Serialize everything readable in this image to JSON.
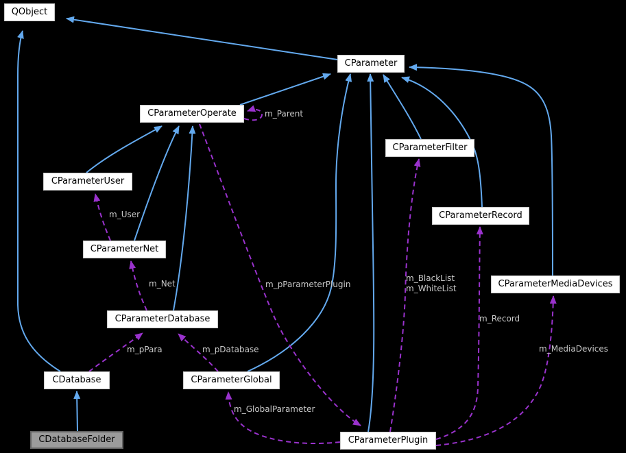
{
  "diagram_type": "doxygen-collaboration-diagram",
  "colors": {
    "bg": "#000000",
    "inherit_edge": "#63a9ee",
    "usage_edge": "#9a32cd",
    "label_text": "#c8c8c8",
    "node_fill": "#ffffff",
    "node_border": "#c9c9c9",
    "node_text": "#000000",
    "highlight_fill": "#9b9b9b",
    "highlight_border": "#636363"
  },
  "nodes": {
    "qobject": {
      "label": "QObject"
    },
    "cparameter": {
      "label": "CParameter"
    },
    "cparameteroperate": {
      "label": "CParameterOperate"
    },
    "cparameterfilter": {
      "label": "CParameterFilter"
    },
    "cparameteruser": {
      "label": "CParameterUser"
    },
    "cparameterrecord": {
      "label": "CParameterRecord"
    },
    "cparameternet": {
      "label": "CParameterNet"
    },
    "cparametermediadevices": {
      "label": "CParameterMediaDevices"
    },
    "cparameterdatabase": {
      "label": "CParameterDatabase"
    },
    "cdatabase": {
      "label": "CDatabase"
    },
    "cparameterglobal": {
      "label": "CParameterGlobal"
    },
    "cdatabasefolder": {
      "label": "CDatabaseFolder"
    },
    "cparameterplugin": {
      "label": "CParameterPlugin"
    }
  },
  "edge_labels": {
    "m_parent": "m_Parent",
    "m_user": "m_User",
    "m_net": "m_Net",
    "m_pparameterplugin": "m_pParameterPlugin",
    "m_blacklist": "m_BlackList",
    "m_whitelist": "m_WhiteList",
    "m_record": "m_Record",
    "m_mediadevices": "m_MediaDevices",
    "m_ppara": "m_pPara",
    "m_pdatabase": "m_pDatabase",
    "m_globalparameter": "m_GlobalParameter"
  },
  "edges": [
    {
      "from": "CParameter",
      "to": "QObject",
      "type": "inheritance"
    },
    {
      "from": "CDatabase",
      "to": "QObject",
      "type": "inheritance"
    },
    {
      "from": "CParameterOperate",
      "to": "CParameter",
      "type": "inheritance"
    },
    {
      "from": "CParameterGlobal",
      "to": "CParameter",
      "type": "inheritance"
    },
    {
      "from": "CParameterPlugin",
      "to": "CParameter",
      "type": "inheritance"
    },
    {
      "from": "CParameterFilter",
      "to": "CParameter",
      "type": "inheritance"
    },
    {
      "from": "CParameterRecord",
      "to": "CParameter",
      "type": "inheritance"
    },
    {
      "from": "CParameterMediaDevices",
      "to": "CParameter",
      "type": "inheritance"
    },
    {
      "from": "CParameterUser",
      "to": "CParameterOperate",
      "type": "inheritance"
    },
    {
      "from": "CParameterNet",
      "to": "CParameterOperate",
      "type": "inheritance"
    },
    {
      "from": "CParameterDatabase",
      "to": "CParameterOperate",
      "type": "inheritance"
    },
    {
      "from": "CDatabaseFolder",
      "to": "CDatabase",
      "type": "inheritance"
    },
    {
      "from": "CParameterOperate",
      "to": "CParameterOperate",
      "type": "usage",
      "label": "m_Parent"
    },
    {
      "from": "CParameterOperate",
      "to": "CParameterPlugin",
      "type": "usage",
      "label": "m_pParameterPlugin"
    },
    {
      "from": "CParameterNet",
      "to": "CParameterUser",
      "type": "usage",
      "label": "m_User"
    },
    {
      "from": "CParameterDatabase",
      "to": "CParameterNet",
      "type": "usage",
      "label": "m_Net"
    },
    {
      "from": "CDatabase",
      "to": "CParameterDatabase",
      "type": "usage",
      "label": "m_pPara"
    },
    {
      "from": "CParameterGlobal",
      "to": "CParameterDatabase",
      "type": "usage",
      "label": "m_pDatabase"
    },
    {
      "from": "CParameterPlugin",
      "to": "CParameterGlobal",
      "type": "usage",
      "label": "m_GlobalParameter"
    },
    {
      "from": "CParameterPlugin",
      "to": "CParameterFilter",
      "type": "usage",
      "label": "m_BlackList m_WhiteList"
    },
    {
      "from": "CParameterPlugin",
      "to": "CParameterRecord",
      "type": "usage",
      "label": "m_Record"
    },
    {
      "from": "CParameterPlugin",
      "to": "CParameterMediaDevices",
      "type": "usage",
      "label": "m_MediaDevices"
    }
  ]
}
